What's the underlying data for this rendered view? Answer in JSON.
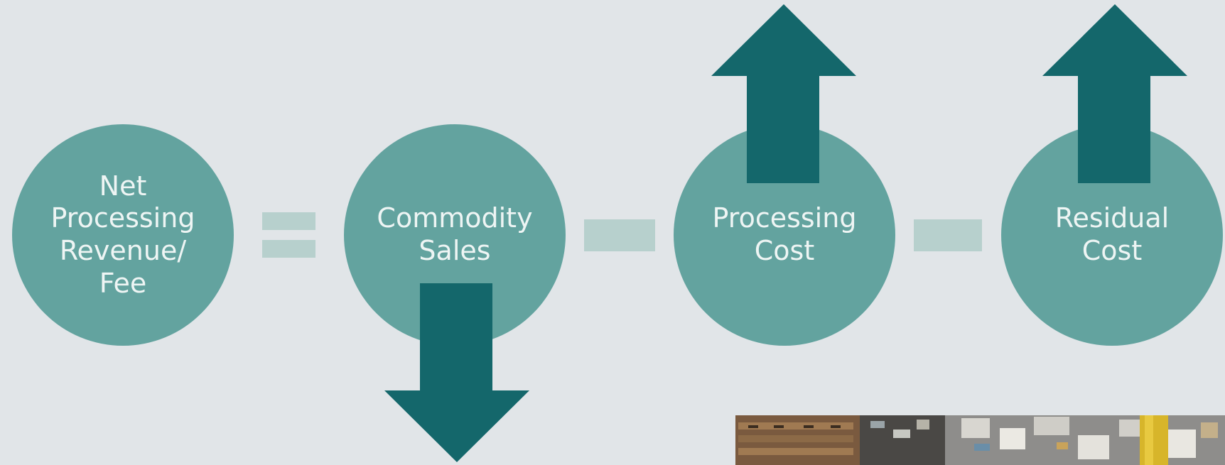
{
  "diagram": {
    "terms": [
      {
        "label": "Net\nProcessing\nRevenue/\nFee"
      },
      {
        "label": "Commodity\nSales",
        "trend": "down"
      },
      {
        "label": "Processing\nCost",
        "trend": "up"
      },
      {
        "label": "Residual\nCost",
        "trend": "up"
      }
    ],
    "operators": [
      "=",
      "-",
      "-"
    ]
  },
  "colors": {
    "background": "#e1e5e8",
    "circle": "#63a39f",
    "circle_text": "#eef5f4",
    "operator": "#b7d0cd",
    "arrow": "#14676b"
  },
  "icons": {
    "equals": "equals-sign-icon",
    "minus": "minus-sign-icon",
    "down": "arrow-down-icon",
    "up": "arrow-up-icon"
  },
  "photo": {
    "subject": "recycling-facility-photo"
  }
}
